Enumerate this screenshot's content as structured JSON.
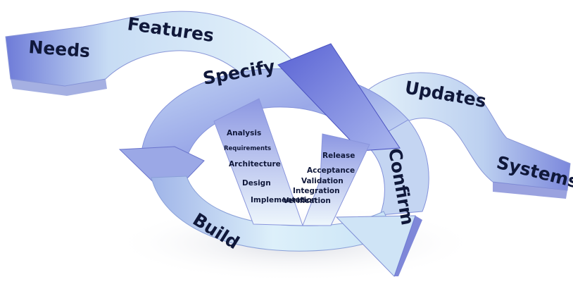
{
  "diagram": {
    "flow_in": {
      "needs": "Needs",
      "features": "Features"
    },
    "cycle": {
      "specify": "Specify",
      "confirm": "Confirm",
      "build": "Build"
    },
    "flow_out": {
      "updates": "Updates",
      "systems": "Systems"
    },
    "v_left": [
      "Analysis",
      "Requirements",
      "Architecture",
      "Design",
      "Implementation"
    ],
    "v_right": [
      "Release",
      "Acceptance",
      "Validation",
      "Integration",
      "Verification"
    ]
  },
  "colors": {
    "arrow_light": "#eaf6fb",
    "arrow_mid": "#b9c8ee",
    "arrow_dark": "#6b74d6",
    "ink": "#10183a"
  }
}
